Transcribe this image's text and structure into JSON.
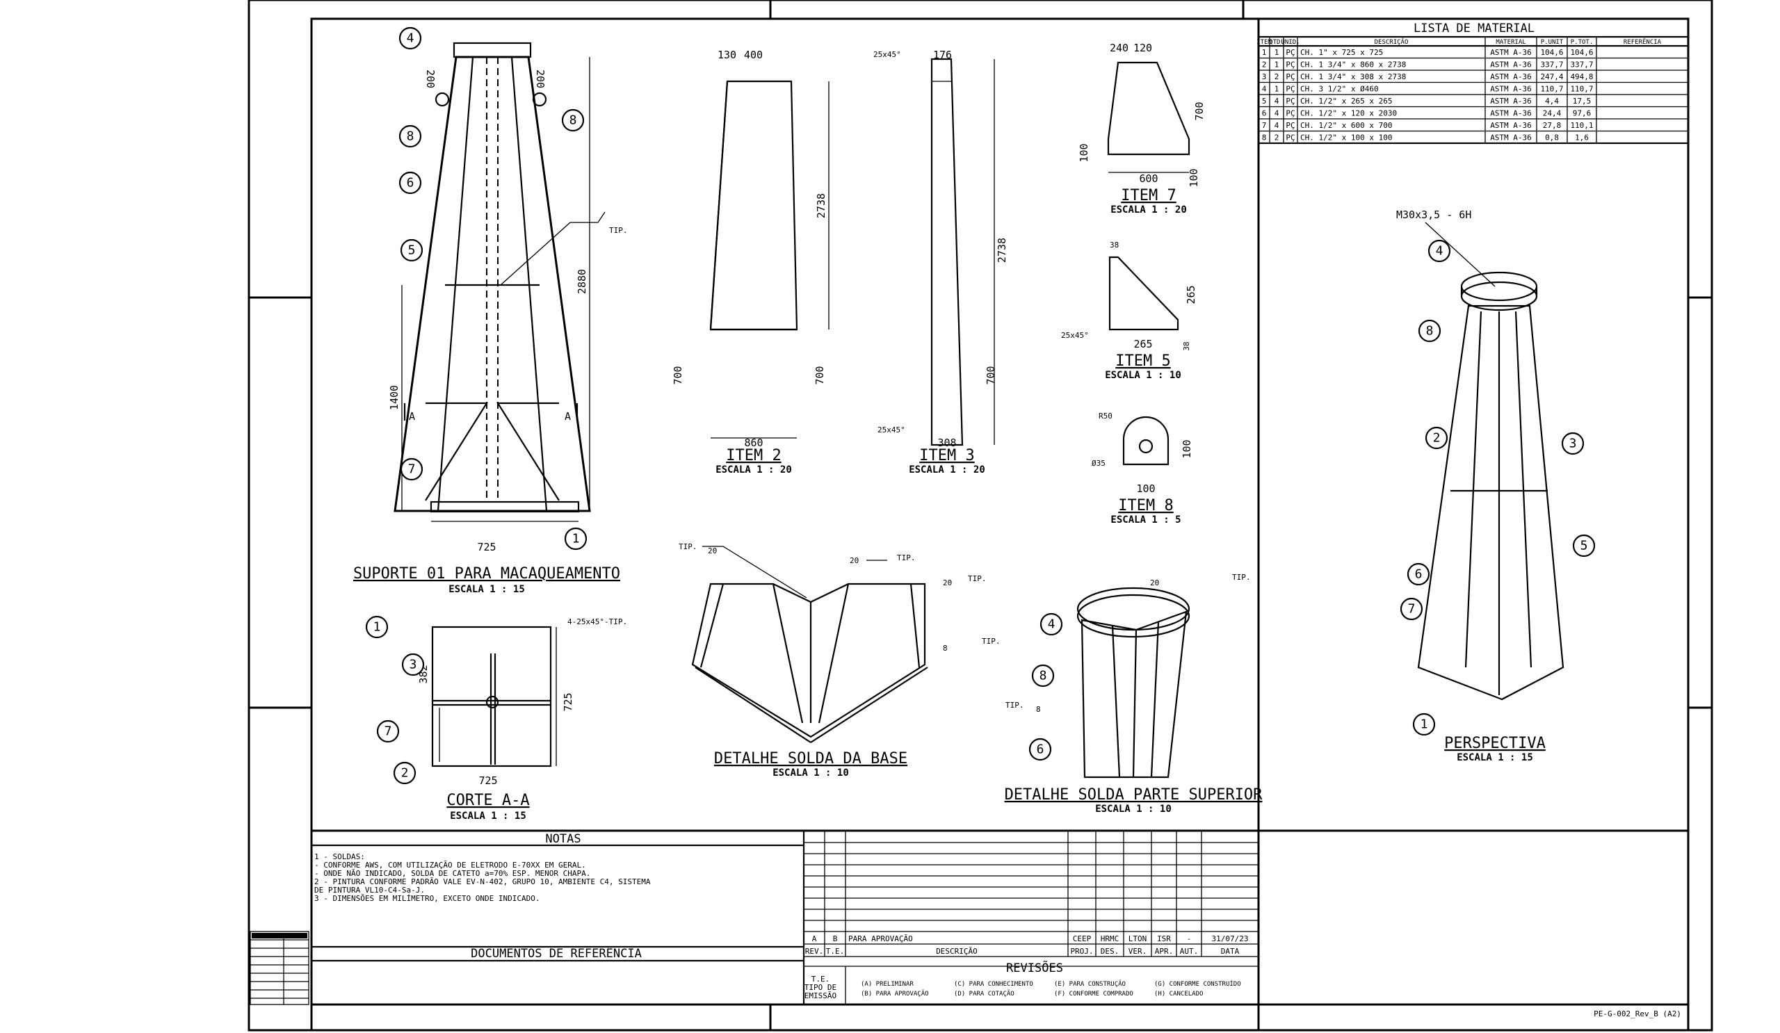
{
  "material_list": {
    "title": "LISTA DE MATERIAL",
    "headers": [
      "ITEM",
      "QTD.",
      "UNID.",
      "DESCRIÇÃO",
      "MATERIAL",
      "P.UNIT",
      "P.TOT.",
      "REFERÊNCIA"
    ],
    "rows": [
      [
        "1",
        "1",
        "PÇ",
        "CH. 1\" x 725 x 725",
        "ASTM A-36",
        "104,6",
        "104,6",
        ""
      ],
      [
        "2",
        "1",
        "PÇ",
        "CH. 1 3/4\" x 860 x 2738",
        "ASTM A-36",
        "337,7",
        "337,7",
        ""
      ],
      [
        "3",
        "2",
        "PÇ",
        "CH. 1 3/4\" x 308 x 2738",
        "ASTM A-36",
        "247,4",
        "494,8",
        ""
      ],
      [
        "4",
        "1",
        "PÇ",
        "CH. 3 1/2\" x Ø460",
        "ASTM A-36",
        "110,7",
        "110,7",
        ""
      ],
      [
        "5",
        "4",
        "PÇ",
        "CH. 1/2\" x 265 x 265",
        "ASTM A-36",
        "4,4",
        "17,5",
        ""
      ],
      [
        "6",
        "4",
        "PÇ",
        "CH. 1/2\" x 120 x 2030",
        "ASTM A-36",
        "24,4",
        "97,6",
        ""
      ],
      [
        "7",
        "4",
        "PÇ",
        "CH. 1/2\" x 600 x 700",
        "ASTM A-36",
        "27,8",
        "110,1",
        ""
      ],
      [
        "8",
        "2",
        "PÇ",
        "CH. 1/2\" x 100 x 100",
        "ASTM A-36",
        "0,8",
        "1,6",
        ""
      ]
    ]
  },
  "views": {
    "suporte": {
      "title": "SUPORTE 01 PARA MACAQUEAMENTO",
      "scale": "ESCALA 1 : 15"
    },
    "corte": {
      "title": "CORTE A-A",
      "scale": "ESCALA 1 : 15"
    },
    "item2": {
      "title": "ITEM 2",
      "scale": "ESCALA 1 : 20"
    },
    "item3": {
      "title": "ITEM 3",
      "scale": "ESCALA 1 : 20"
    },
    "item7": {
      "title": "ITEM 7",
      "scale": "ESCALA 1 : 20"
    },
    "item5": {
      "title": "ITEM 5",
      "scale": "ESCALA 1 : 10"
    },
    "item8": {
      "title": "ITEM 8",
      "scale": "ESCALA 1 : 5"
    },
    "base": {
      "title": "DETALHE SOLDA DA BASE",
      "scale": "ESCALA 1 : 10"
    },
    "superior": {
      "title": "DETALHE SOLDA PARTE SUPERIOR",
      "scale": "ESCALA 1 : 10"
    },
    "perspectiva": {
      "title": "PERSPECTIVA",
      "scale": "ESCALA 1 : 15"
    }
  },
  "dims": {
    "d200a": "200",
    "d200b": "200",
    "d2880": "2880",
    "d1400": "1400",
    "d725a": "725",
    "d130": "130",
    "d400": "400",
    "d2738a": "2738",
    "d700a": "700",
    "d700b": "700",
    "d860": "860",
    "d25x45a": "25x45°",
    "d176": "176",
    "d2738b": "2738",
    "d700c": "700",
    "d25x45b": "25x45°",
    "d308": "308",
    "d240": "240",
    "d120": "120",
    "d700d": "700",
    "d100a": "100",
    "d600": "600",
    "d100b": "100",
    "d38a": "38",
    "d265a": "265",
    "d25x45c": "25x45°",
    "d265b": "265",
    "d38b": "38",
    "dR50": "R50",
    "dD35": "Ø35",
    "d100c": "100",
    "d100d": "100",
    "d4x25": "4-25x45°-TIP.",
    "d382": "382",
    "d725b": "725",
    "d725c": "725",
    "secA1": "A",
    "secA2": "A",
    "tip": "TIP.",
    "w8": "8",
    "w20": "20",
    "thread": "M30x3,5 - 6H"
  },
  "notes": {
    "title": "NOTAS",
    "lines": [
      "1 - SOLDAS:",
      "  - CONFORME AWS, COM UTILIZAÇÃO DE ELETRODO E-70XX EM GERAL.",
      "  - ONDE NÃO INDICADO, SOLDA DE CATETO a=70% ESP. MENOR CHAPA.",
      "2 - PINTURA CONFORME PADRÃO VALE EV-N-402, GRUPO 10, AMBIENTE C4, SISTEMA",
      "    DE PINTURA VL10-C4-Sa-J.",
      "3 - DIMENSÕES EM MILÍMETRO, EXCETO ONDE INDICADO."
    ]
  },
  "references": {
    "title": "DOCUMENTOS DE REFERÊNCIA"
  },
  "revisions": {
    "title": "REVISÕES",
    "row": [
      "A",
      "B",
      "PARA APROVAÇÃO",
      "CEEP",
      "HRMC",
      "LTON",
      "ISR",
      "-",
      "31/07/23"
    ],
    "headers": [
      "REV.",
      "T.E.",
      "DESCRIÇÃO",
      "PROJ.",
      "DES.",
      "VER.",
      "APR.",
      "AUT.",
      "DATA"
    ],
    "te_label": [
      "T.E.",
      "TIPO DE",
      "EMISSÃO"
    ],
    "legend": [
      "(A) PRELIMINAR",
      "(C) PARA CONHECIMENTO",
      "(E) PARA CONSTRUÇÃO",
      "(G) CONFORME CONSTRUÍDO",
      "(B) PARA APROVAÇÃO",
      "(D) PARA COTAÇÃO",
      "(F) CONFORME COMPRADO",
      "(H) CANCELADO"
    ]
  },
  "drawing_number": "PE-G-002_Rev_B (A2)"
}
